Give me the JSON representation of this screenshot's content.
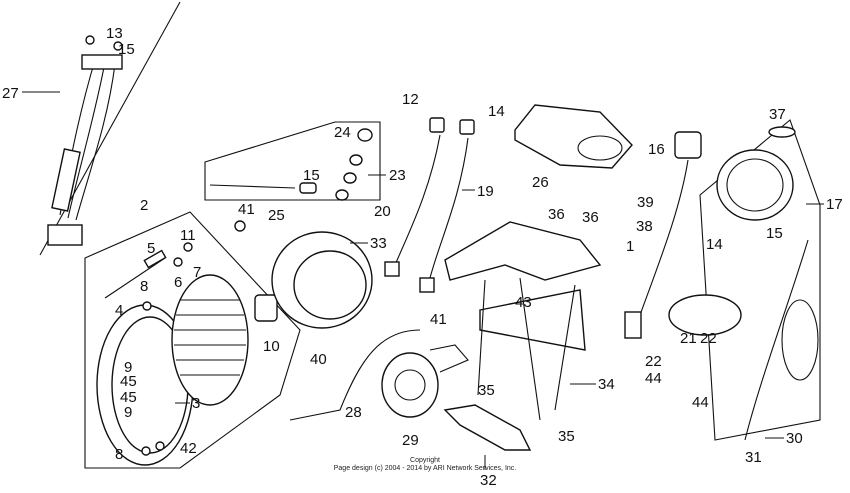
{
  "callouts": {
    "c1": "1",
    "c2": "2",
    "c3": "3",
    "c4": "4",
    "c5": "5",
    "c6": "6",
    "c7": "7",
    "c8a": "8",
    "c8b": "8",
    "c9a": "9",
    "c9b": "9",
    "c10": "10",
    "c11": "11",
    "c12": "12",
    "c13": "13",
    "c14a": "14",
    "c14b": "14",
    "c15a": "15",
    "c15b": "15",
    "c15c": "15",
    "c16": "16",
    "c17": "17",
    "c19": "19",
    "c20": "20",
    "c21": "21",
    "c22a": "22",
    "c22b": "22",
    "c23": "23",
    "c24": "24",
    "c25": "25",
    "c26": "26",
    "c27": "27",
    "c28": "28",
    "c29": "29",
    "c30": "30",
    "c31": "31",
    "c32": "32",
    "c33": "33",
    "c34": "34",
    "c35a": "35",
    "c35b": "35",
    "c36a": "36",
    "c36b": "36",
    "c37": "37",
    "c38": "38",
    "c39": "39",
    "c40": "40",
    "c41a": "41",
    "c41b": "41",
    "c42": "42",
    "c43": "43",
    "c44a": "44",
    "c44b": "44",
    "c45a": "45",
    "c45b": "45"
  },
  "copyright": {
    "line1": "Copyright",
    "line2": "Page design (c) 2004 - 2014 by ARI Network Services, Inc."
  }
}
